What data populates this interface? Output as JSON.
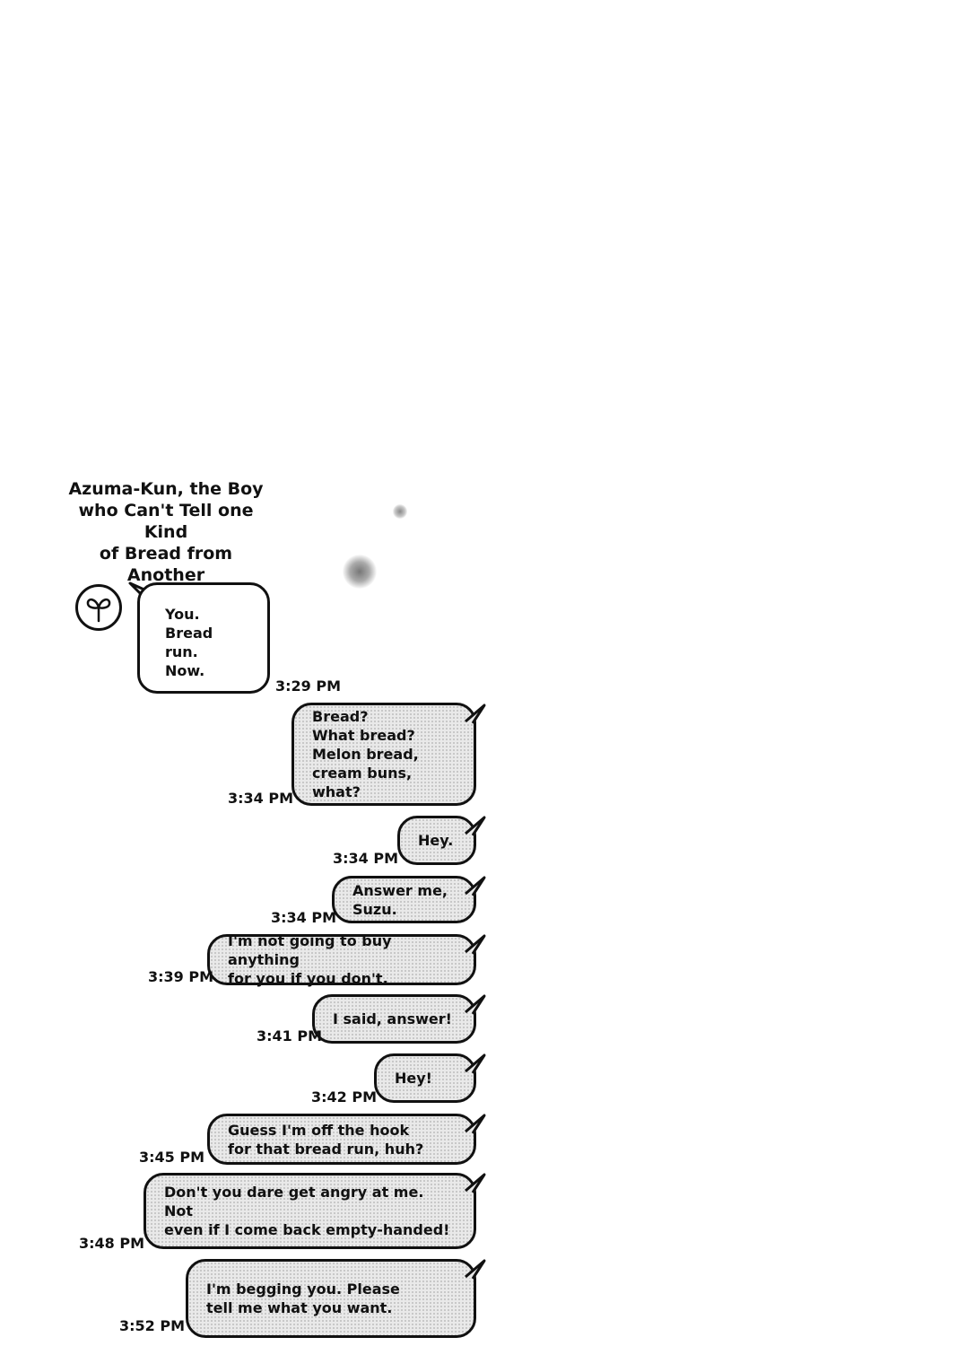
{
  "title": "Azuma-Kun, the Boy\nwho Can't Tell one Kind\nof Bread from Another",
  "avatar": {
    "icon": "sprout-icon"
  },
  "messages": [
    {
      "text": "You.\nBread run.\nNow.",
      "time": "3:29 PM",
      "direction": "incoming"
    },
    {
      "text": "Bread?\nWhat bread?\nMelon bread,\ncream buns, what?",
      "time": "3:34 PM",
      "direction": "outgoing"
    },
    {
      "text": "Hey.",
      "time": "3:34 PM",
      "direction": "outgoing"
    },
    {
      "text": "Answer me, Suzu.",
      "time": "3:34 PM",
      "direction": "outgoing"
    },
    {
      "text": "I'm not going to buy anything\nfor you if you don't.",
      "time": "3:39 PM",
      "direction": "outgoing"
    },
    {
      "text": "I said, answer!",
      "time": "3:41 PM",
      "direction": "outgoing"
    },
    {
      "text": "Hey!",
      "time": "3:42 PM",
      "direction": "outgoing"
    },
    {
      "text": "Guess I'm off the hook\nfor that bread run, huh?",
      "time": "3:45 PM",
      "direction": "outgoing"
    },
    {
      "text": "Don't you dare get angry at me. Not\neven if I come back empty-handed!",
      "time": "3:48 PM",
      "direction": "outgoing"
    },
    {
      "text": "I'm begging you. Please\ntell me what you want.",
      "time": "3:52 PM",
      "direction": "outgoing"
    }
  ]
}
